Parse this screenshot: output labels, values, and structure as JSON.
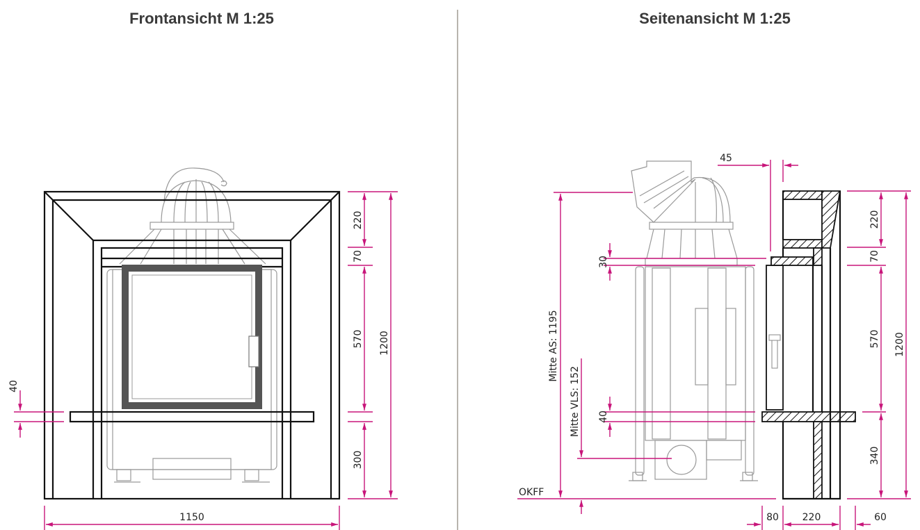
{
  "titles": {
    "front": "Frontansicht M 1:25",
    "side": "Seitenansicht M 1:25"
  },
  "colors": {
    "dimension": "#c8157a",
    "outline": "#111111",
    "stove": "#999999",
    "title": "#3a3a3a",
    "divider": "#b8b4ae"
  },
  "front_view": {
    "vertical_dims": [
      "220",
      "70",
      "570",
      "300"
    ],
    "total_height": "1200",
    "width": "1150",
    "shelf_thickness": "40"
  },
  "side_view": {
    "offset_top": "45",
    "vertical_dims": [
      "220",
      "70",
      "570",
      "340"
    ],
    "total_height": "1200",
    "flue_center_label": "Mitte AS: 1195",
    "inlet_center_label": "Mitte VLS: 152",
    "floor_label": "OKFF",
    "small_dim_upper": "30",
    "small_dim_lower": "40",
    "bottom_dims": [
      "80",
      "220",
      "60"
    ]
  }
}
